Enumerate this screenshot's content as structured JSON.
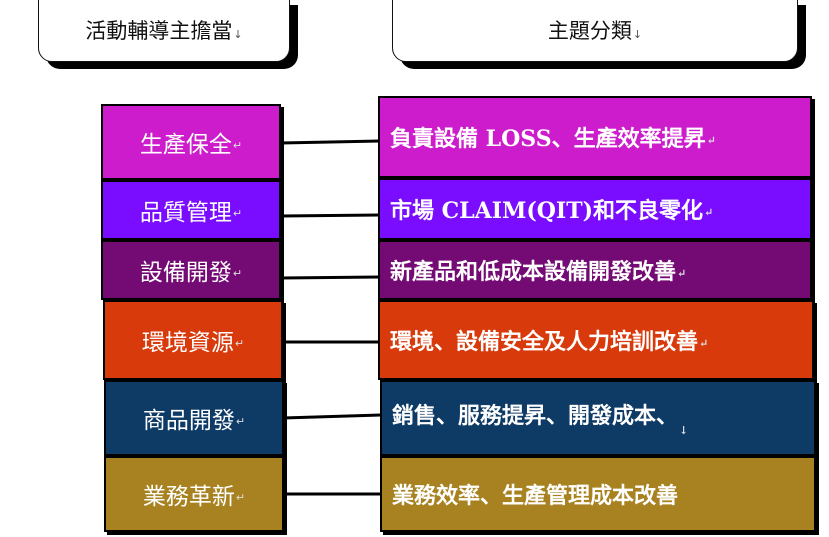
{
  "headers": {
    "left": "活動輔導主擔當",
    "right": "主題分類"
  },
  "rows": [
    {
      "category": "生產保全",
      "topic": "負責設備 LOSS、生產效率提昇",
      "color": "#cc1ccc"
    },
    {
      "category": "品質管理",
      "topic": "市場 CLAIM(QIT)和不良零化",
      "color": "#7a0cff"
    },
    {
      "category": "設備開發",
      "topic": "新產品和低成本設備開發改善",
      "color": "#740a74"
    },
    {
      "category": "環境資源",
      "topic": "環境、設備安全及人力培訓改善",
      "color": "#d83a0c"
    },
    {
      "category": "商品開發",
      "topic": "銷售、服務提昇、開發成本、",
      "color": "#0e3a66"
    },
    {
      "category": "業務革新",
      "topic": "業務效率、生產管理成本改善",
      "color": "#a88220"
    }
  ]
}
